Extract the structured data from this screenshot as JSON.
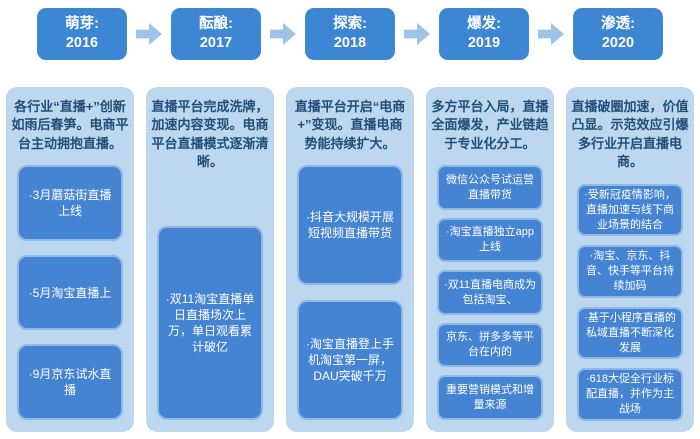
{
  "colors": {
    "stage_box": "#3d86d3",
    "arrow": "#9dc3e6",
    "column_bg": "#bdd7ee",
    "summary_text": "#1f4e79",
    "event_box": "#4583d3",
    "event_box_border": "#8fb9e6",
    "event_text": "#ffffff"
  },
  "stages": [
    {
      "label": "萌芽:",
      "year": "2016",
      "summary": "各行业“直播+”创新如雨后春笋。电商平台主动拥抱直播。",
      "events": [
        "·3月蘑菇街直播上线",
        "·5月淘宝直播上",
        "·9月京东试水直播"
      ]
    },
    {
      "label": "酝酿:",
      "year": "2017",
      "summary": "直播平台完成洗牌，加速内容变现。电商平台直播模式逐渐清晰。",
      "events": [
        "·双11淘宝直播单日直播场次上万，单日观看累计破亿"
      ]
    },
    {
      "label": "探索:",
      "year": "2018",
      "summary": "直播平台开启“电商+”变现。直播电商势能持续扩大。",
      "events": [
        "·抖音大规模开展短视频直播带货",
        "·淘宝直播登上手机淘宝第一屏，DAU突破千万"
      ]
    },
    {
      "label": "爆发:",
      "year": "2019",
      "summary": "多方平台入局，直播全面爆发，产业链趋于专业化分工。",
      "events": [
        "微信公众号试运营直播带货",
        "·淘宝直播独立app上线",
        "·双11直播电商成为包括淘宝、",
        "京东、拼多多等平台在内的",
        "重要营销模式和增量来源"
      ]
    },
    {
      "label": "渗透:",
      "year": "2020",
      "summary": "直播破圈加速，价值凸显。示范效应引爆多行业开启直播电商。",
      "events": [
        "·受新冠疫情影响，直播加速与线下商业场景的结合",
        "·淘宝、京东、抖音、快手等平台持续加码",
        "·基于小程序直播的私域直播不断深化发展",
        "·618大促全行业标配直播，并作为主战场"
      ]
    }
  ]
}
